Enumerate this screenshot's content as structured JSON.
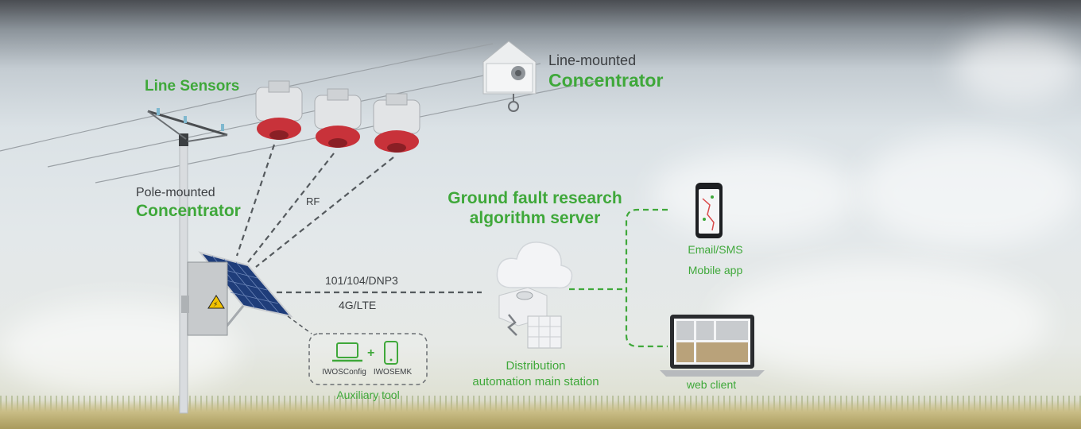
{
  "labels": {
    "line_sensors": "Line Sensors",
    "line_mounted_top": "Line-mounted",
    "line_mounted_bottom": "Concentrator",
    "pole_mounted_top": "Pole-mounted",
    "pole_mounted_bottom": "Concentrator",
    "rf": "RF",
    "ground_fault_line1": "Ground fault research",
    "ground_fault_line2": "algorithm server",
    "protocol": "101/104/DNP3",
    "network": "4G/LTE",
    "email_sms": "Email/SMS",
    "mobile_app": "Mobile app",
    "web_client": "web client",
    "distribution_line1": "Distribution",
    "distribution_line2": "automation main station",
    "iwos_config": "IWOSConfig",
    "plus": "+",
    "iwos_emk": "IWOSEMK",
    "auxiliary_tool": "Auxiliary tool"
  },
  "colors": {
    "accent_green": "#3fa83a",
    "text_dark": "#3c3f42",
    "dash_gray": "#555a5e",
    "sensor_red": "#c8323a"
  },
  "icons": [
    "line-sensor-icon",
    "concentrator-box-icon",
    "solar-panel-icon",
    "laptop-icon",
    "phone-icon",
    "cloud-icon",
    "server-icon",
    "mobile-phone-icon",
    "web-laptop-icon"
  ]
}
